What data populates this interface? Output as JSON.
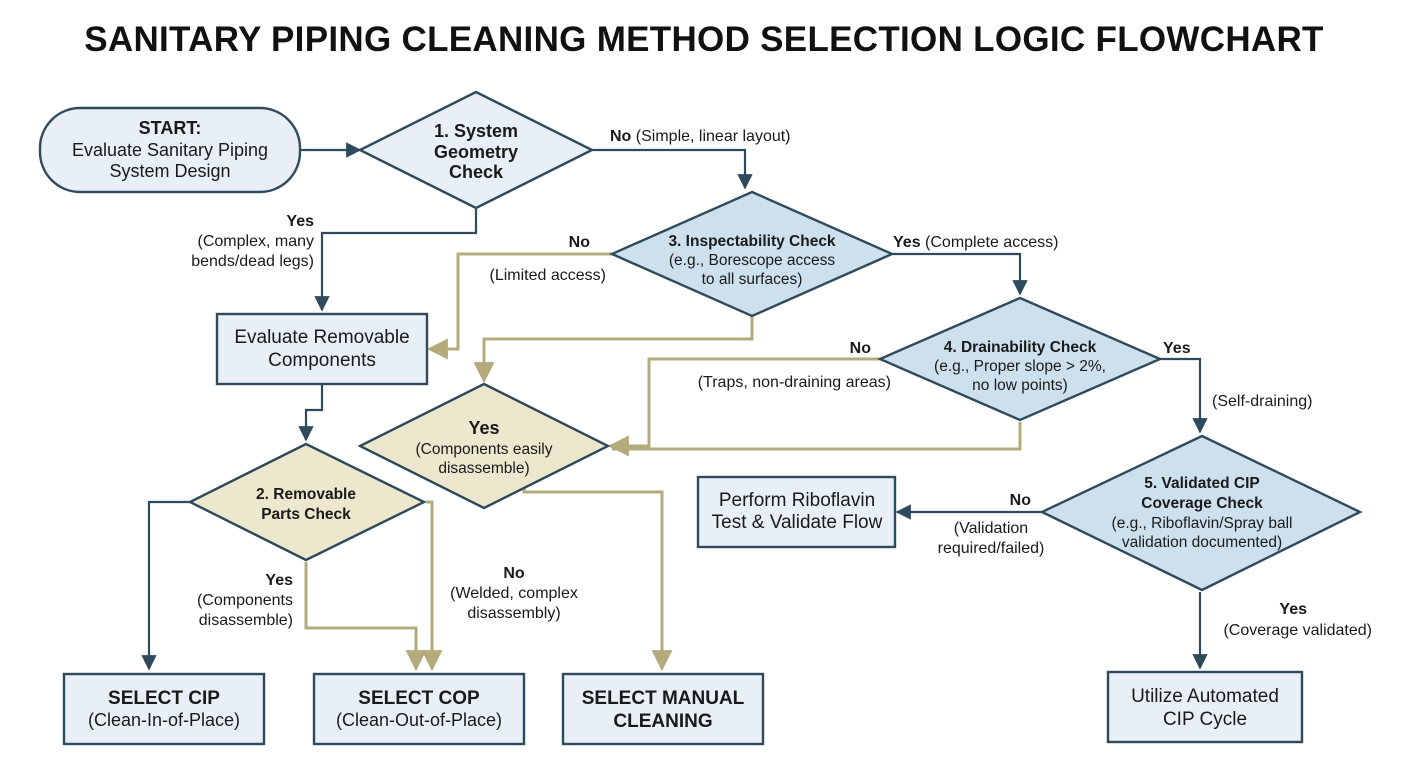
{
  "title": "SANITARY PIPING CLEANING METHOD SELECTION LOGIC FLOWCHART",
  "colors": {
    "dark_stroke": "#2f4a5c",
    "tan_stroke": "#b3ab7c",
    "blue_fill": "#cde0ee",
    "light_fill": "#e8eff6",
    "tan_fill": "#ece7cd"
  },
  "nodes": {
    "start": {
      "lines": [
        "START:",
        "Evaluate Sanitary Piping",
        "System Design"
      ]
    },
    "geometry": {
      "lines": [
        "1. System",
        "Geometry",
        "Check"
      ]
    },
    "inspect": {
      "lines": [
        "3. Inspectability Check",
        "(e.g., Borescope access",
        "to all surfaces)"
      ]
    },
    "drain": {
      "lines": [
        "4. Drainability Check",
        "(e.g., Proper slope > 2%,",
        "no low points)"
      ]
    },
    "cip_cov": {
      "lines": [
        "5. Validated CIP",
        "Coverage Check",
        "(e.g., Riboflavin/Spray ball",
        "validation documented)"
      ]
    },
    "removable_eval": {
      "lines": [
        "Evaluate Removable",
        "Components"
      ]
    },
    "parts": {
      "lines": [
        "2. Removable",
        "Parts Check"
      ]
    },
    "disassemble": {
      "lines": [
        "Yes",
        "(Components easily",
        "disassemble)"
      ]
    },
    "riboflavin": {
      "lines": [
        "Perform Riboflavin",
        "Test & Validate Flow"
      ]
    },
    "sel_cip": {
      "lines": [
        "SELECT CIP",
        "(Clean-In-of-Place)"
      ]
    },
    "sel_cop": {
      "lines": [
        "SELECT COP",
        "(Clean-Out-of-Place)"
      ]
    },
    "sel_manual": {
      "lines": [
        "SELECT MANUAL",
        "CLEANING"
      ]
    },
    "auto_cip": {
      "lines": [
        "Utilize Automated",
        "CIP Cycle"
      ]
    }
  },
  "edge_labels": {
    "geo_no_b": "No",
    "geo_no": "(Simple, linear layout)",
    "geo_yes_b": "Yes",
    "geo_yes_1": "(Complex, many",
    "geo_yes_2": "bends/dead legs)",
    "ins_no_b": "No",
    "ins_no": "(Limited access)",
    "ins_yes_b": "Yes",
    "ins_yes": "(Complete access)",
    "drain_no_b": "No",
    "drain_no": "(Traps, non-draining areas)",
    "drain_yes_b": "Yes",
    "drain_yes": "(Self-draining)",
    "cov_no_b": "No",
    "cov_no_1": "(Validation",
    "cov_no_2": "required/failed)",
    "cov_yes_b": "Yes",
    "cov_yes": "(Coverage validated)",
    "parts_yes_b": "Yes",
    "parts_yes_1": "(Components",
    "parts_yes_2": "disassemble)",
    "parts_no_b": "No",
    "parts_no_1": "(Welded, complex",
    "parts_no_2": "disassembly)"
  }
}
